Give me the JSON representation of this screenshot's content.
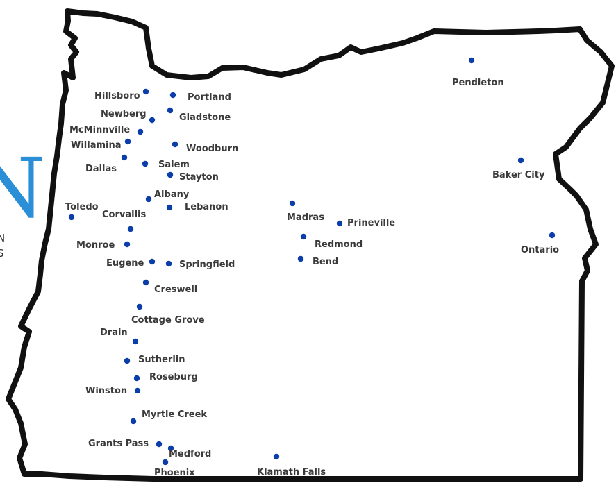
{
  "colors": {
    "outline": "#111111",
    "city_dot": "#0b3ea8",
    "label": "#3a3a3a",
    "logo_accent": "#2a8fd6"
  },
  "logo": {
    "letter": "N",
    "line1": "N",
    "line2": "S"
  },
  "cities": [
    {
      "id": "hillsboro",
      "name": "Hillsboro"
    },
    {
      "id": "portland",
      "name": "Portland"
    },
    {
      "id": "newberg",
      "name": "Newberg"
    },
    {
      "id": "gladstone",
      "name": "Gladstone"
    },
    {
      "id": "mcminnville",
      "name": "McMinnville"
    },
    {
      "id": "willamina",
      "name": "Willamina"
    },
    {
      "id": "woodburn",
      "name": "Woodburn"
    },
    {
      "id": "dallas",
      "name": "Dallas"
    },
    {
      "id": "salem",
      "name": "Salem"
    },
    {
      "id": "stayton",
      "name": "Stayton"
    },
    {
      "id": "albany",
      "name": "Albany"
    },
    {
      "id": "toledo",
      "name": "Toledo"
    },
    {
      "id": "corvallis",
      "name": "Corvallis"
    },
    {
      "id": "lebanon",
      "name": "Lebanon"
    },
    {
      "id": "monroe",
      "name": "Monroe"
    },
    {
      "id": "eugene",
      "name": "Eugene"
    },
    {
      "id": "springfield",
      "name": "Springfield"
    },
    {
      "id": "creswell",
      "name": "Creswell"
    },
    {
      "id": "cottage-grove",
      "name": "Cottage Grove"
    },
    {
      "id": "drain",
      "name": "Drain"
    },
    {
      "id": "sutherlin",
      "name": "Sutherlin"
    },
    {
      "id": "roseburg",
      "name": "Roseburg"
    },
    {
      "id": "winston",
      "name": "Winston"
    },
    {
      "id": "myrtle-creek",
      "name": "Myrtle Creek"
    },
    {
      "id": "grants-pass",
      "name": "Grants Pass"
    },
    {
      "id": "medford",
      "name": "Medford"
    },
    {
      "id": "phoenix",
      "name": "Phoenix"
    },
    {
      "id": "klamath-falls",
      "name": "Klamath Falls"
    },
    {
      "id": "madras",
      "name": "Madras"
    },
    {
      "id": "prineville",
      "name": "Prineville"
    },
    {
      "id": "redmond",
      "name": "Redmond"
    },
    {
      "id": "bend",
      "name": "Bend"
    },
    {
      "id": "pendleton",
      "name": "Pendleton"
    },
    {
      "id": "baker-city",
      "name": "Baker City"
    },
    {
      "id": "ontario",
      "name": "Ontario"
    }
  ]
}
